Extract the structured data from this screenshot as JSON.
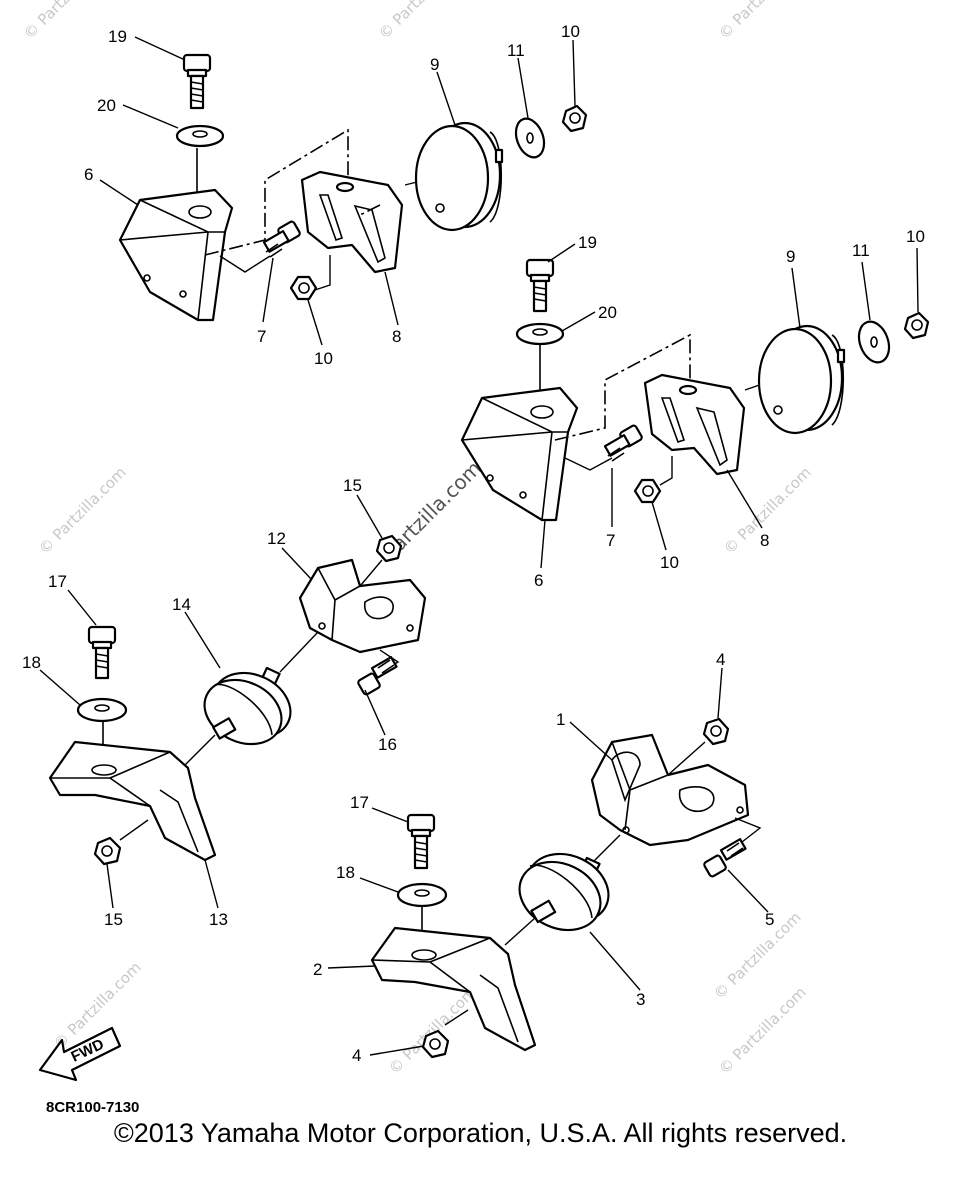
{
  "diagram_code": "8CR100-7130",
  "fwd_label": "FWD",
  "copyright": "©2013  Yamaha Motor Corporation, U.S.A. All rights reserved.",
  "watermark": "© Partzilla.com",
  "watermark_center": "Partzilla.com",
  "callouts": {
    "c19a": "19",
    "c20a": "20",
    "c6a": "6",
    "c9a": "9",
    "c11a": "11",
    "c10a": "10",
    "c7a": "7",
    "c10b": "10",
    "c8a": "8",
    "c19b": "19",
    "c20b": "20",
    "c9b": "9",
    "c11b": "11",
    "c10c": "10",
    "c7b": "7",
    "c10d": "10",
    "c8b": "8",
    "c6b": "6",
    "c15a": "15",
    "c12": "12",
    "c17a": "17",
    "c14": "14",
    "c18a": "18",
    "c16": "16",
    "c15b": "15",
    "c13": "13",
    "c4a": "4",
    "c1": "1",
    "c17b": "17",
    "c18b": "18",
    "c5": "5",
    "c2": "2",
    "c3": "3",
    "c4b": "4"
  }
}
